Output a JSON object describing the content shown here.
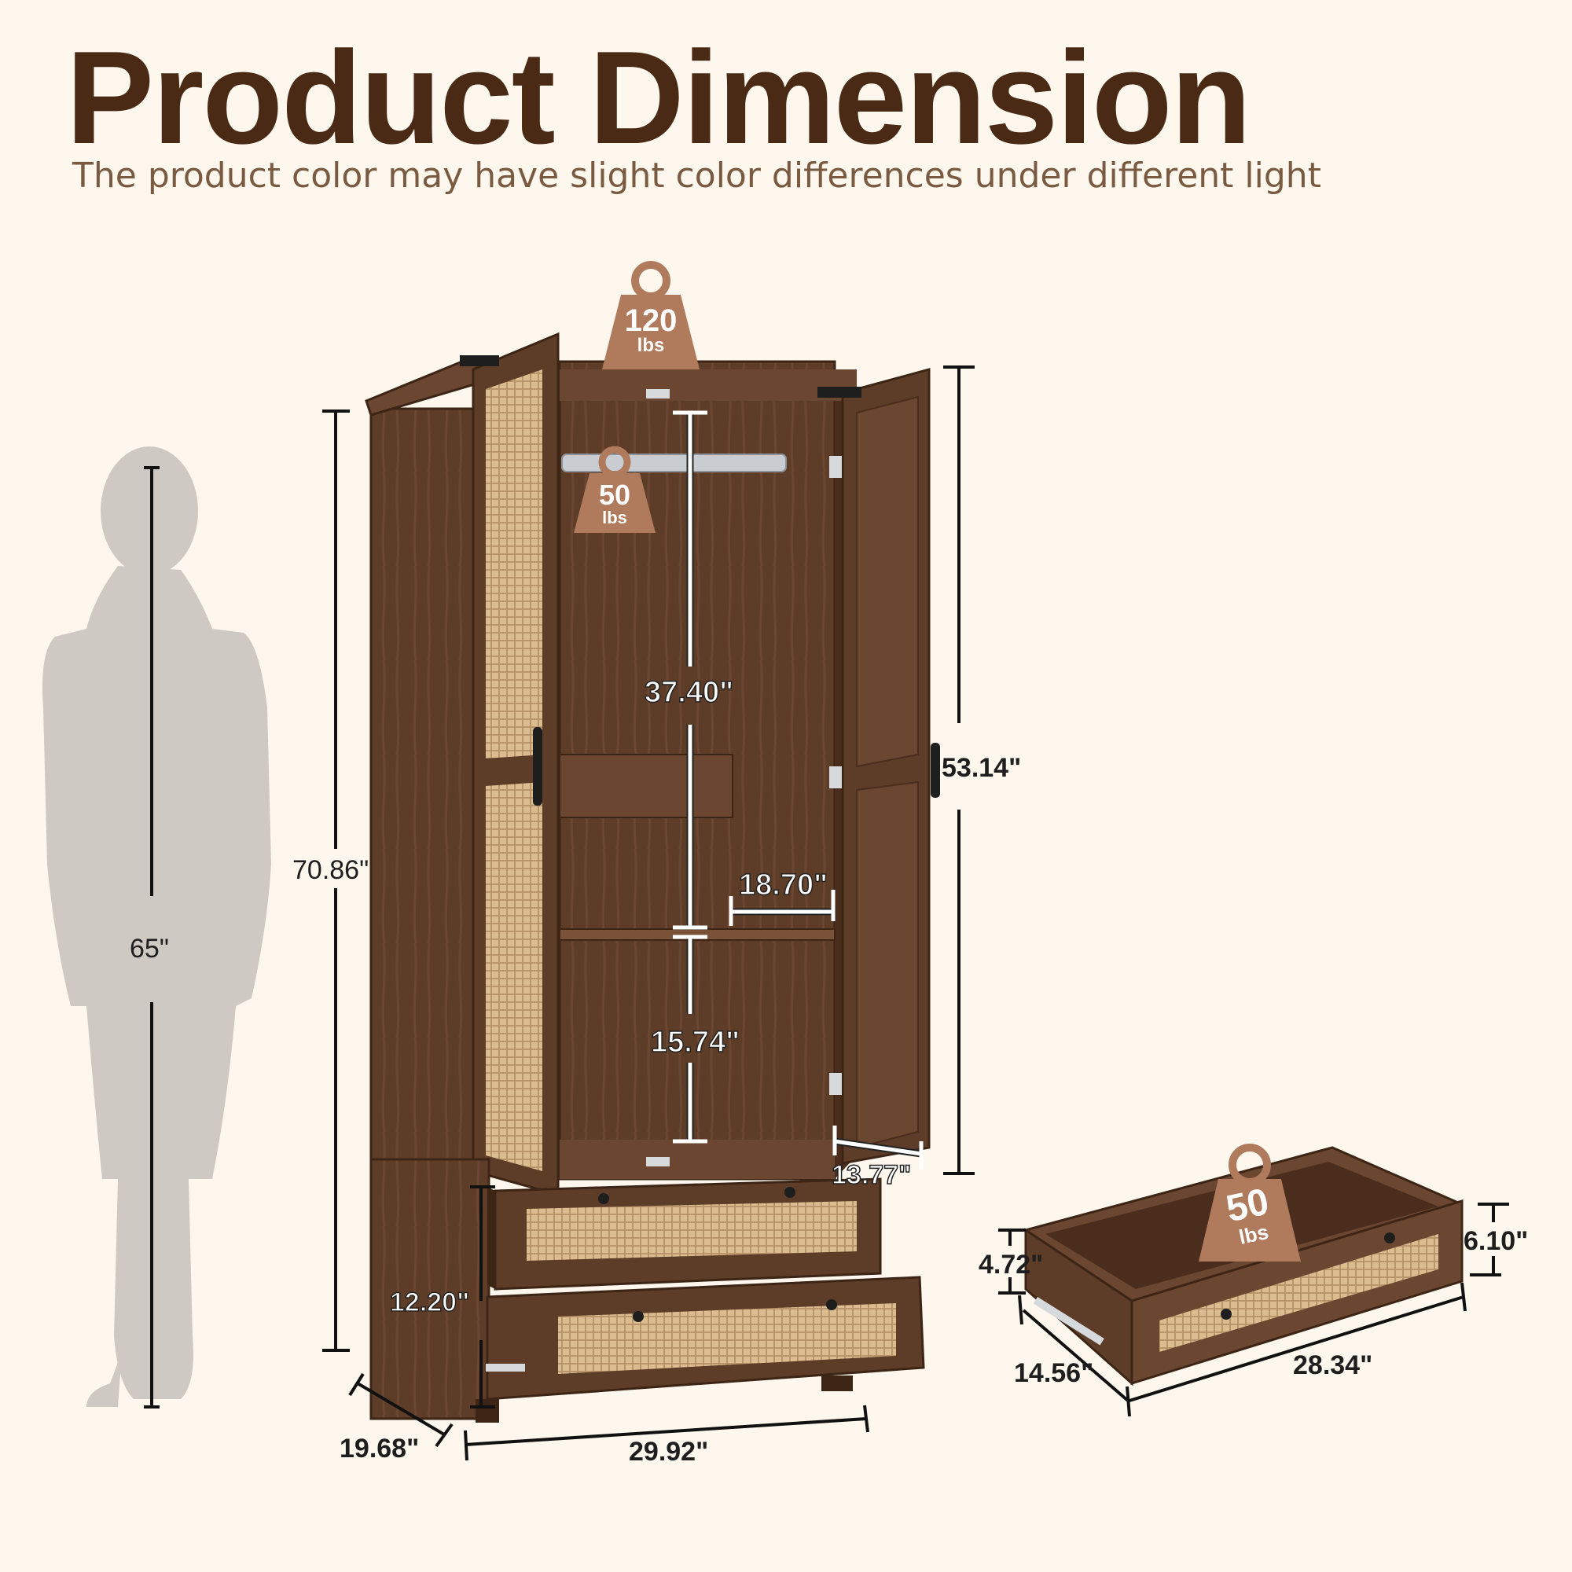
{
  "header": {
    "title": "Product Dimension",
    "subtitle": "The product color may have slight color differences under different light"
  },
  "dimensions": {
    "person_height": "65\"",
    "total_height": "70.86\"",
    "interior_height": "53.14\"",
    "hanging_height": "37.40\"",
    "shelf_width": "18.70\"",
    "shelf_height": "15.74\"",
    "door_depth": "13.77\"",
    "drawer_front_height": "12.20\"",
    "depth": "19.68\"",
    "width": "29.92\"",
    "drawer_height_back": "4.72\"",
    "drawer_height_front": "6.10\"",
    "drawer_depth": "14.56\"",
    "drawer_width": "28.34\""
  },
  "weights": {
    "top": {
      "value": "120",
      "unit": "lbs"
    },
    "rod": {
      "value": "50",
      "unit": "lbs"
    },
    "drawer": {
      "value": "50",
      "unit": "lbs"
    }
  },
  "colors": {
    "background": "#fdf7ee",
    "wood": "#5a3a26",
    "rattan": "#d9b98a",
    "badge": "#b07a5c",
    "silhouette": "#cfc9c4",
    "title": "#4a2a14"
  }
}
